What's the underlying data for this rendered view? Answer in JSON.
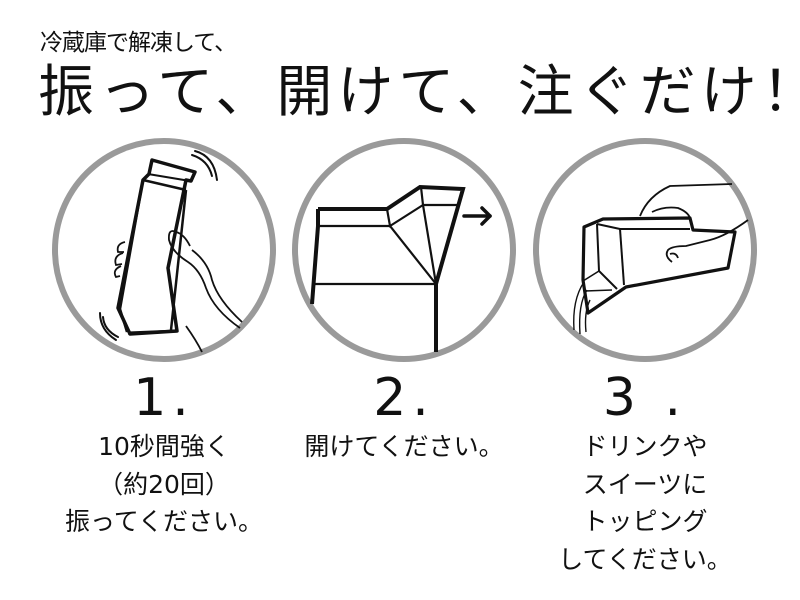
{
  "header": {
    "subtitle": "冷蔵庫で解凍して、",
    "title": "振って、開けて、注ぐだけ！"
  },
  "steps": [
    {
      "number": "1.",
      "illustration": "shake-carton-illustration",
      "lines": [
        "10秒間強く",
        "（約20回）",
        "振ってください。"
      ]
    },
    {
      "number": "2.",
      "illustration": "open-carton-illustration",
      "lines": [
        "開けてください。"
      ]
    },
    {
      "number": "3 .",
      "illustration": "pour-carton-illustration",
      "lines": [
        "ドリンクや",
        "スイーツに",
        "トッピング",
        "してください。"
      ]
    }
  ],
  "colors": {
    "circle_stroke": "#9a9a9a",
    "line": "#111111",
    "background": "#ffffff"
  }
}
